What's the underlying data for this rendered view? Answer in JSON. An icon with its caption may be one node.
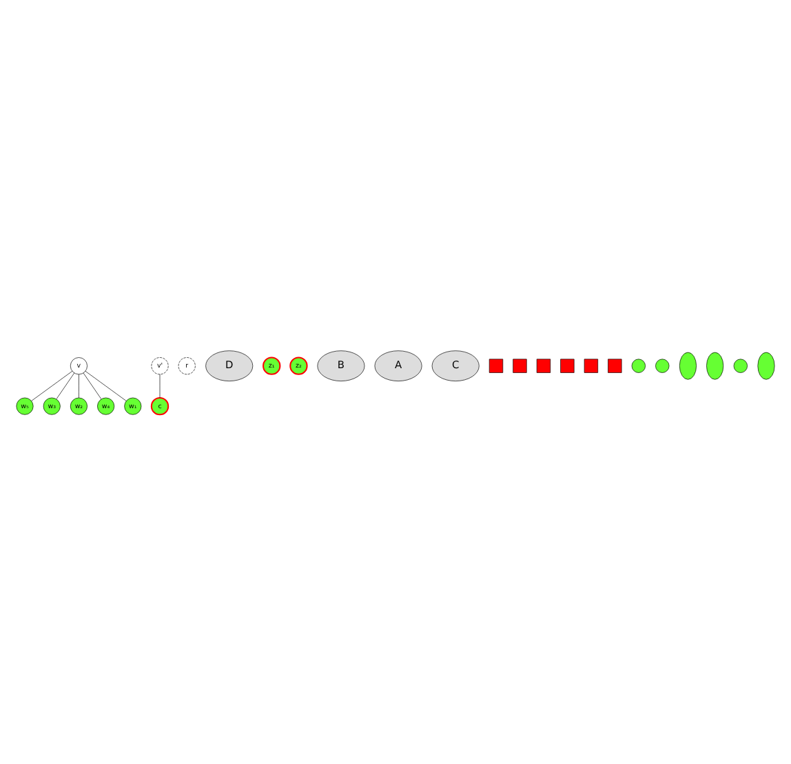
{
  "diagram": {
    "nodes": [
      {
        "text": [
          "v"
        ]
      },
      {
        "text": [
          "v'"
        ]
      },
      {
        "text": [
          "c"
        ]
      },
      {
        "text": [
          "r"
        ]
      },
      {
        "text": [
          "D"
        ]
      },
      {
        "text": [
          "z₁"
        ]
      },
      {
        "text": [
          "z₂"
        ]
      },
      {
        "text": [
          "w₅"
        ]
      },
      {
        "text": [
          "B"
        ]
      },
      {
        "text": [
          "w₃"
        ]
      },
      {
        "text": [
          "A"
        ]
      },
      {
        "text": [
          "w₂"
        ]
      },
      {
        "text": [
          "C"
        ]
      },
      {
        "text": [
          "w₄"
        ]
      },
      {
        "text": [
          "w₁"
        ]
      },
      {
        "text": [],
        "shape": "box"
      },
      {
        "text": [],
        "shape": "box"
      },
      {
        "text": [],
        "shape": "box"
      },
      {
        "text": [],
        "shape": "box"
      },
      {
        "text": [],
        "shape": "box"
      },
      {
        "text": [],
        "shape": "box"
      },
      {
        "text": [],
        "shape": "circle"
      },
      {
        "text": [],
        "shape": "circle"
      },
      {
        "text": [],
        "shape": "ellipse"
      },
      {
        "text": [],
        "shape": "ellipse"
      },
      {
        "text": [],
        "shape": "circle"
      },
      {
        "text": [],
        "shape": "ellipse"
      }
    ],
    "edges": [
      {
        "from": 0,
        "to": 14,
        "arrow": "none"
      },
      {
        "from": 0,
        "to": 11,
        "arrow": "none"
      },
      {
        "from": 0,
        "to": 9,
        "arrow": "none"
      },
      {
        "from": 0,
        "to": 13,
        "arrow": "none"
      },
      {
        "from": 0,
        "to": 7,
        "arrow": "none"
      },
      {
        "from": 1,
        "to": 2,
        "arrow": "none"
      }
    ]
  }
}
